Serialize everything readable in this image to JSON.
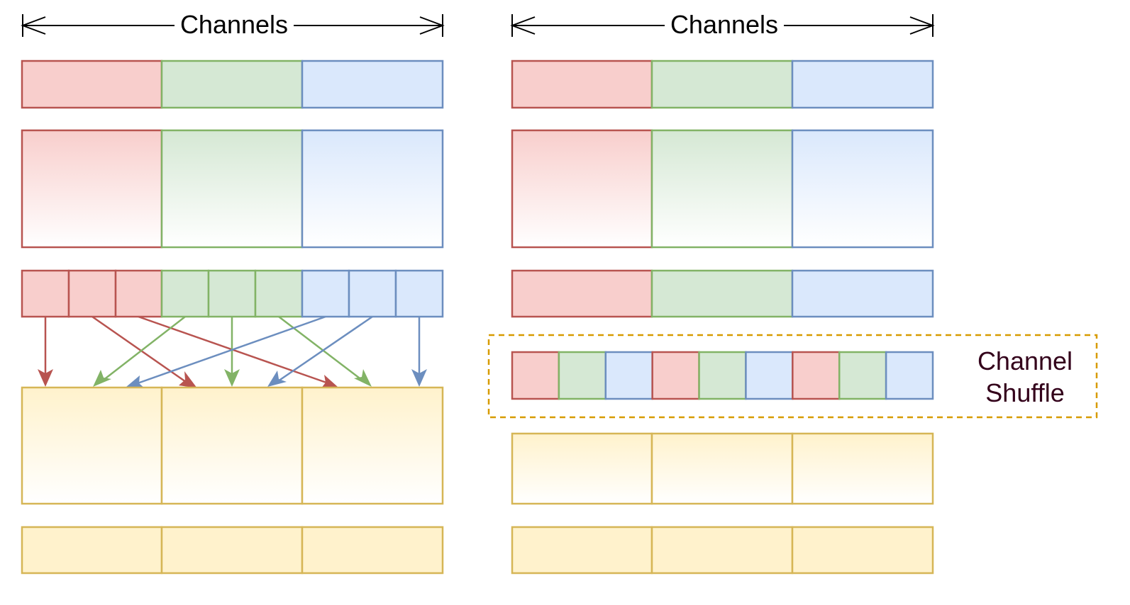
{
  "labels": {
    "channels_left": "Channels",
    "channels_right": "Channels",
    "shuffle_line1": "Channel",
    "shuffle_line2": "Shuffle"
  },
  "colors": {
    "red_fill": "#f8cecc",
    "red_stroke": "#b85450",
    "green_fill": "#d5e8d4",
    "green_stroke": "#82b366",
    "blue_fill": "#dae8fc",
    "blue_stroke": "#6c8ebf",
    "yellow_fill": "#fff2cc",
    "yellow_stroke": "#d6b656",
    "shuffle_box": "#d79b00",
    "shuffle_text": "#33001a",
    "arrow_black": "#000000"
  },
  "shuffle_order": [
    "red",
    "green",
    "blue",
    "red",
    "green",
    "blue",
    "red",
    "green",
    "blue"
  ]
}
